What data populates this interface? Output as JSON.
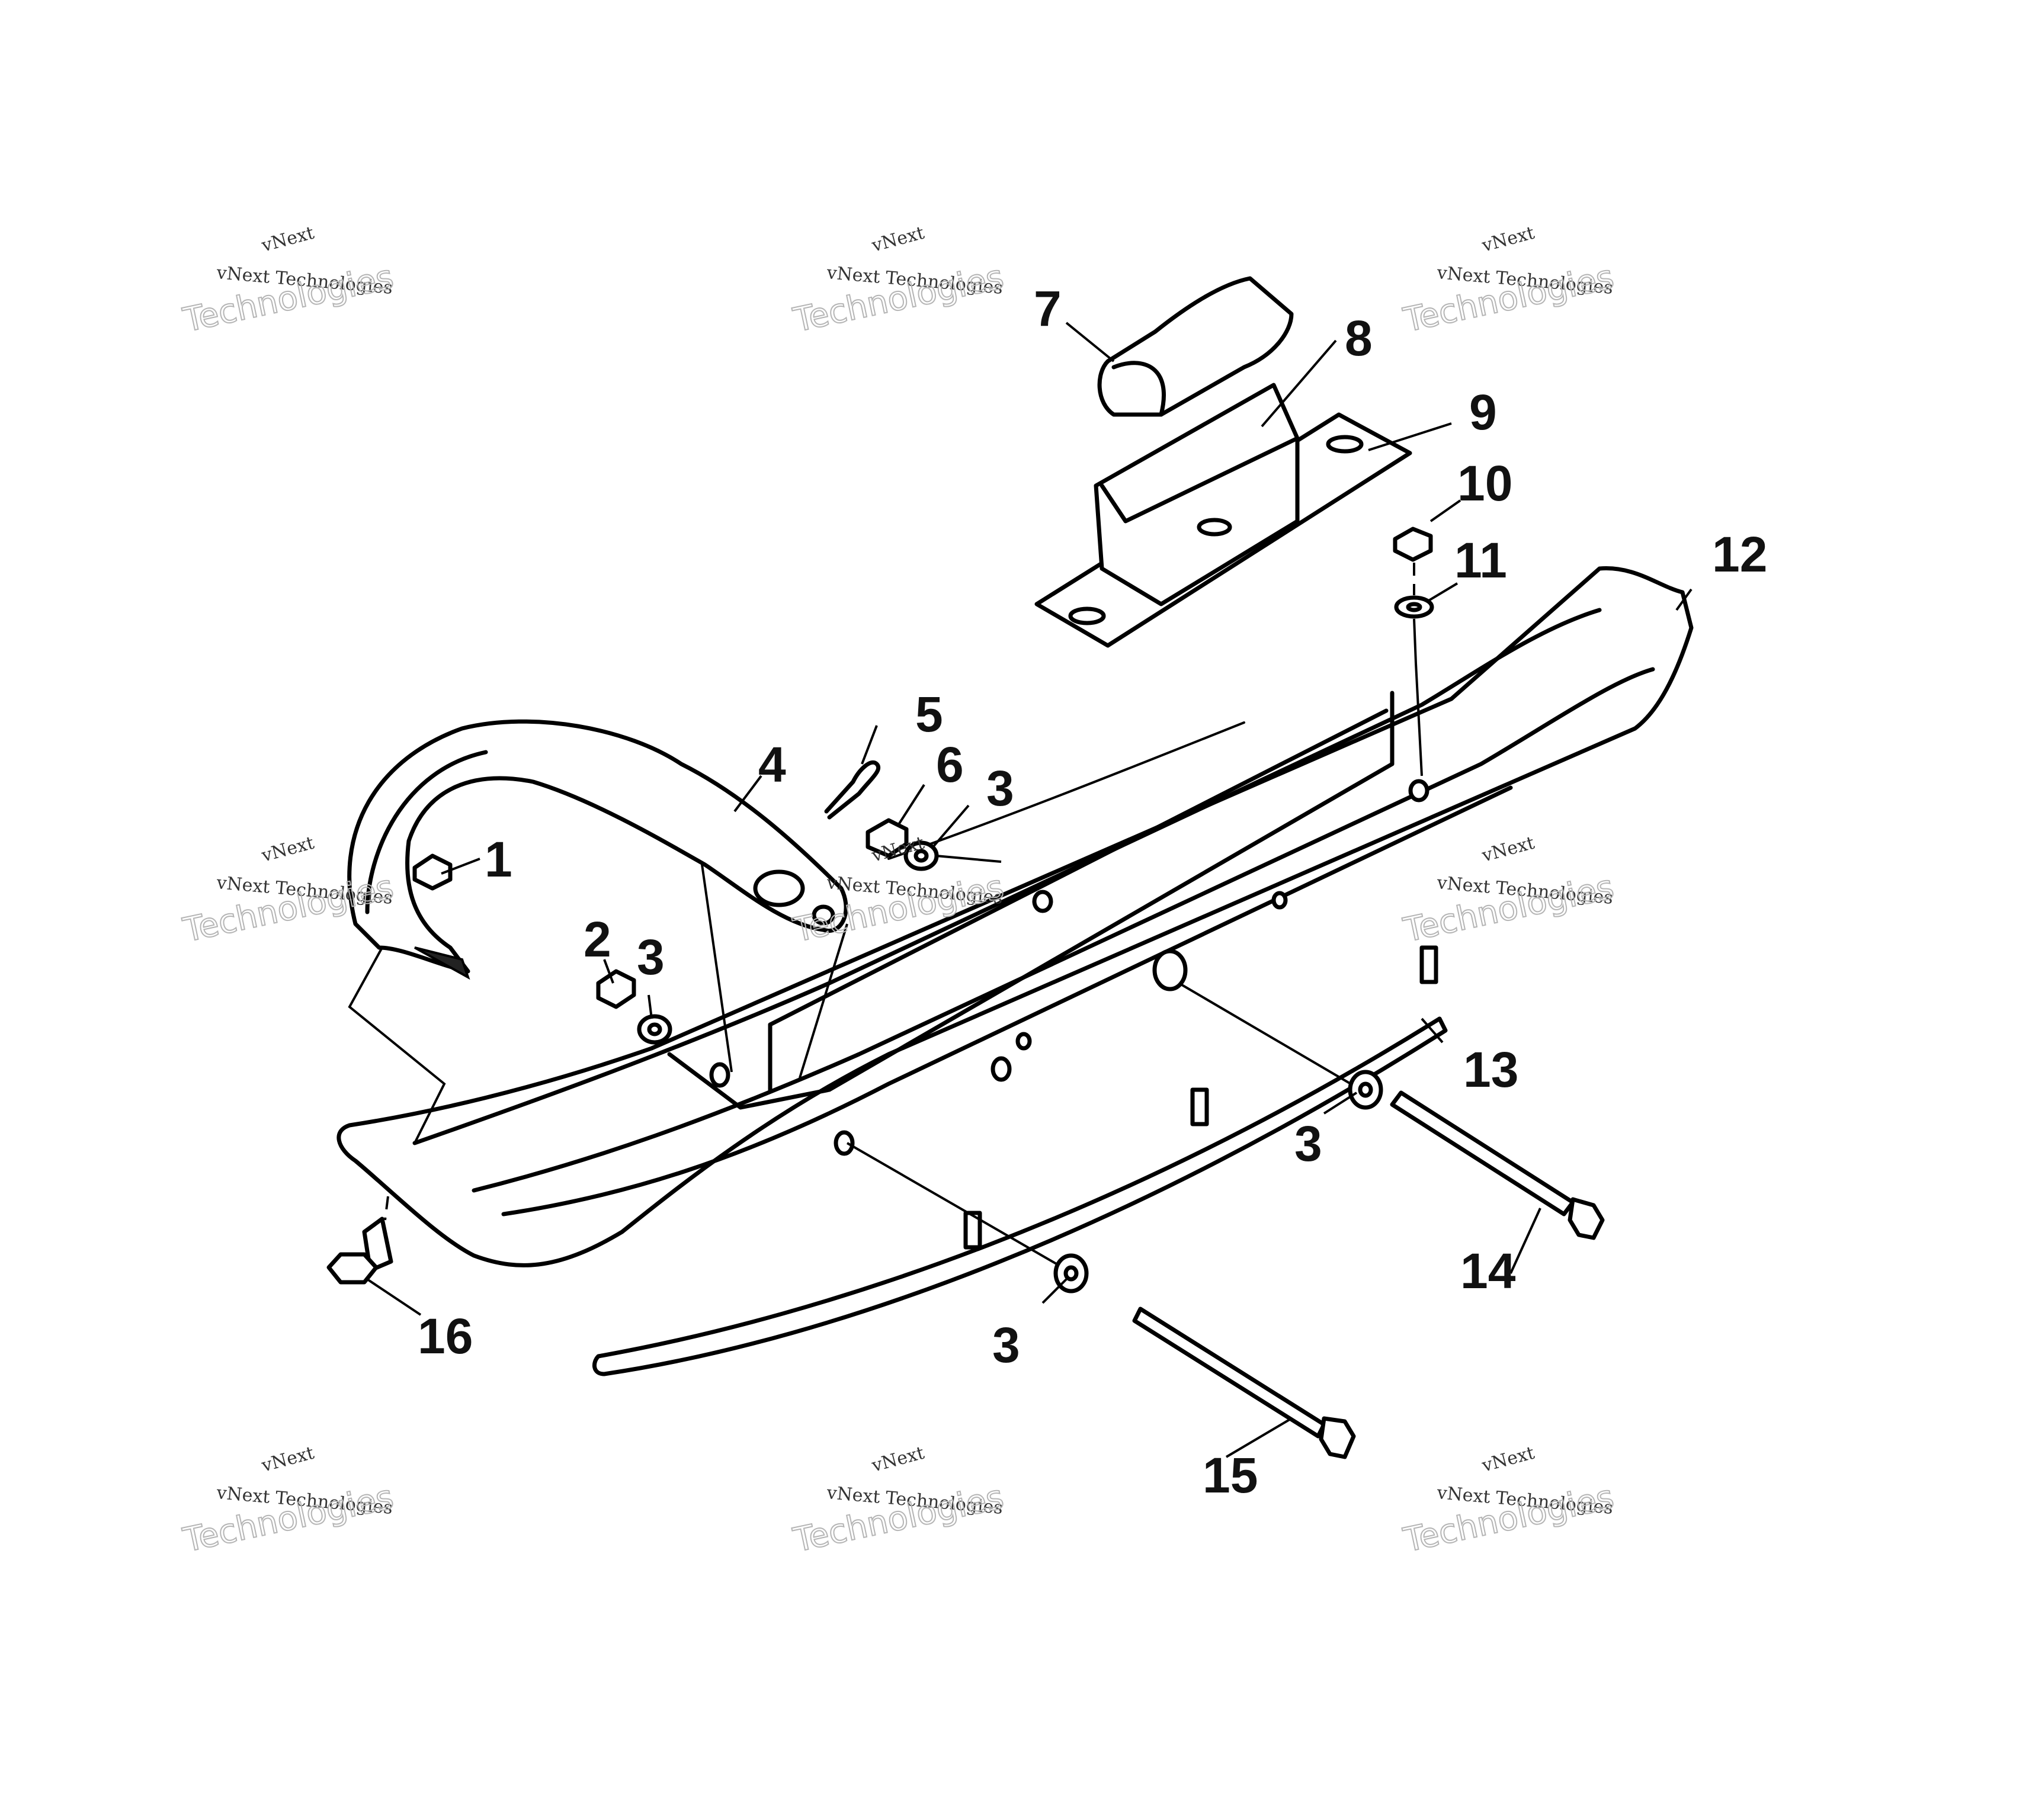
{
  "callouts": [
    {
      "id": "1",
      "label": "1"
    },
    {
      "id": "2",
      "label": "2"
    },
    {
      "id": "3",
      "label": "3"
    },
    {
      "id": "4",
      "label": "4"
    },
    {
      "id": "5",
      "label": "5"
    },
    {
      "id": "6",
      "label": "6"
    },
    {
      "id": "3b",
      "label": "3"
    },
    {
      "id": "7",
      "label": "7"
    },
    {
      "id": "8",
      "label": "8"
    },
    {
      "id": "9",
      "label": "9"
    },
    {
      "id": "10",
      "label": "10"
    },
    {
      "id": "11",
      "label": "11"
    },
    {
      "id": "12",
      "label": "12"
    },
    {
      "id": "13",
      "label": "13"
    },
    {
      "id": "3c",
      "label": "3"
    },
    {
      "id": "14",
      "label": "14"
    },
    {
      "id": "3d",
      "label": "3"
    },
    {
      "id": "15",
      "label": "15"
    },
    {
      "id": "16",
      "label": "16"
    }
  ],
  "watermark": {
    "top_text": "vNext",
    "line_text": "vNext Technologies",
    "large_text": "Technologies"
  }
}
